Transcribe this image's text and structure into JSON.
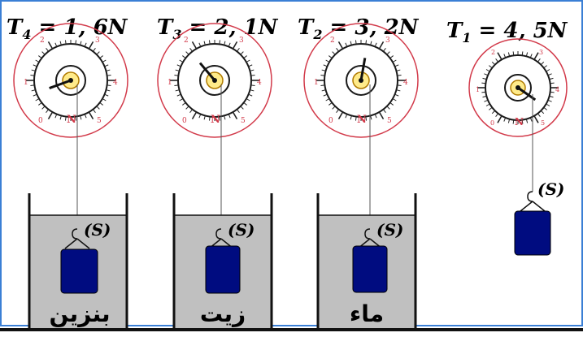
{
  "colors": {
    "dial_red": "#d23a4a",
    "dial_ring": "#1a1a1a",
    "liquid": "#c0c0c0",
    "block": "#000c80",
    "block_top": "#223399",
    "frame_blue": "#3a7fd5",
    "ground": "#111111"
  },
  "dial_numbers": [
    "0",
    "1",
    "2",
    "3",
    "4",
    "5"
  ],
  "dial_unit": "N",
  "hook_label": "(S)",
  "setups": [
    {
      "id": "t4",
      "tension_label": "T",
      "tension_sub": "4",
      "tension_value": " = 1, 6N",
      "liquid_label": "بنزين",
      "pointer_angle_deg": 250
    },
    {
      "id": "t3",
      "tension_label": "T",
      "tension_sub": "3",
      "tension_value": " = 2, 1N",
      "liquid_label": "زيت",
      "pointer_angle_deg": 320
    },
    {
      "id": "t2",
      "tension_label": "T",
      "tension_sub": "2",
      "tension_value": " = 3, 2N",
      "liquid_label": "ماء",
      "pointer_angle_deg": 10
    },
    {
      "id": "t1",
      "tension_label": "T",
      "tension_sub": "1",
      "tension_value": " = 4, 5N",
      "liquid_label": "",
      "pointer_angle_deg": 125
    }
  ]
}
